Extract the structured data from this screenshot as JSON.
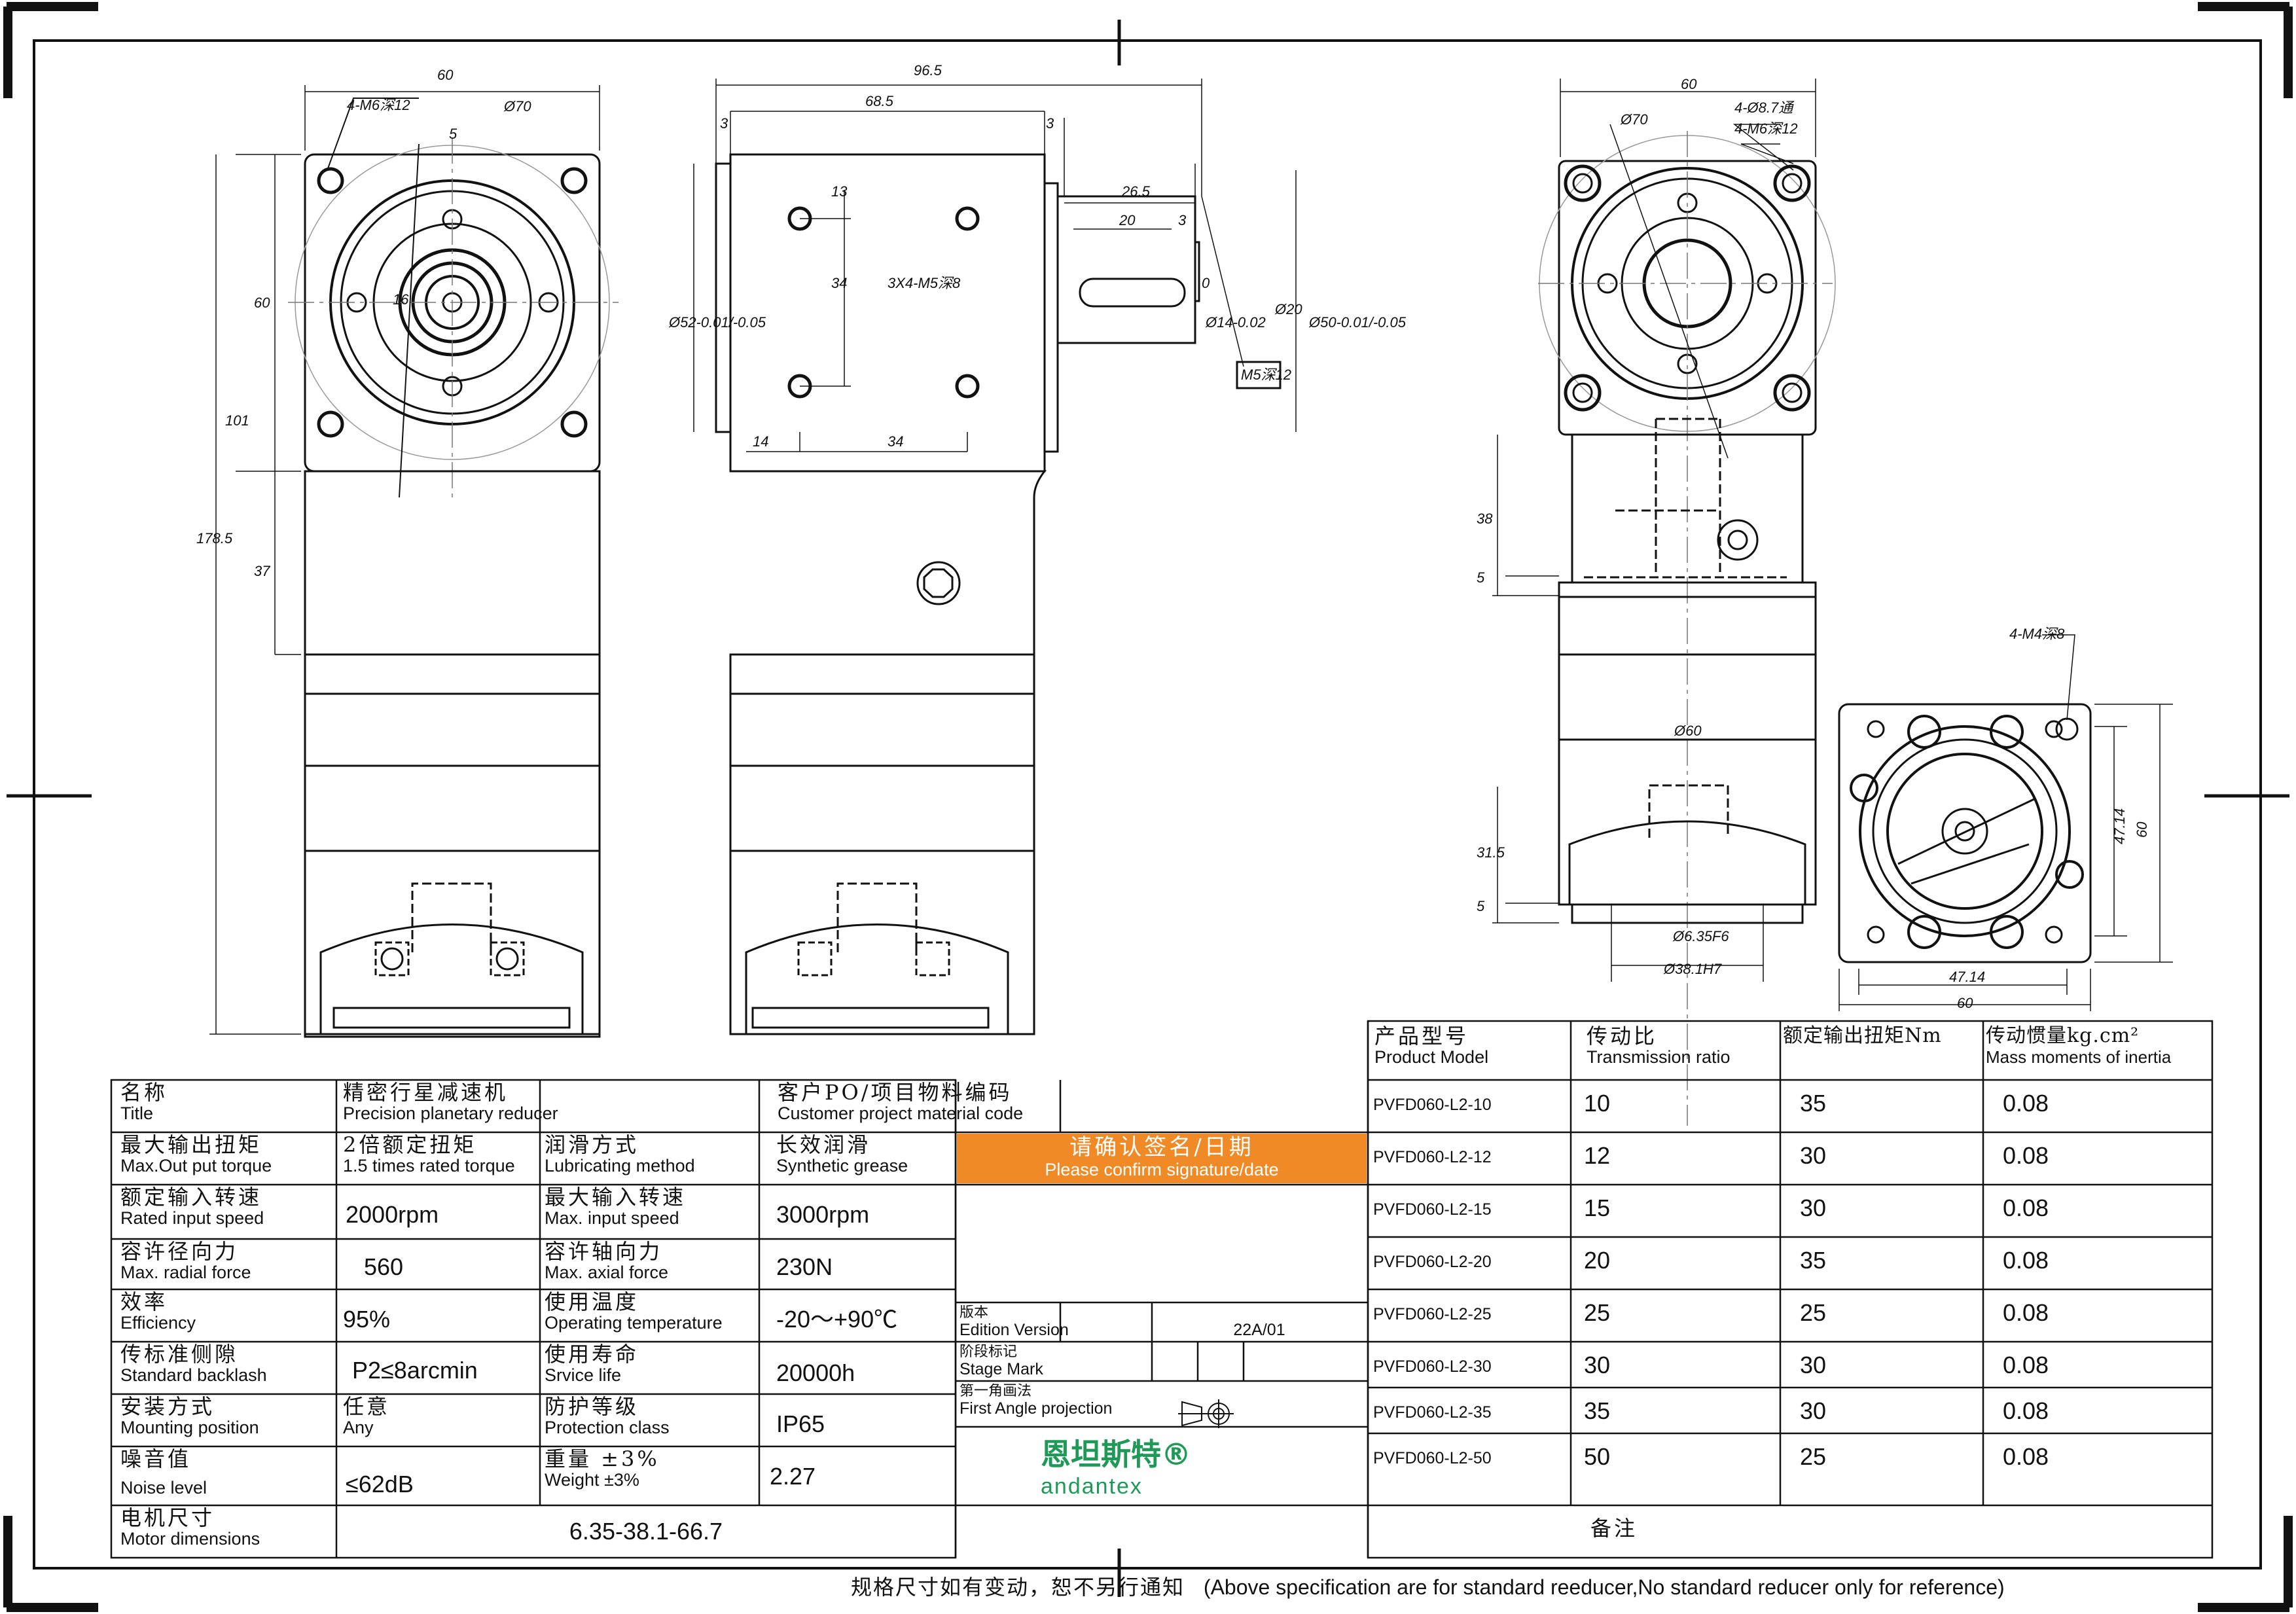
{
  "dimensions": {
    "front": [
      "60",
      "4-M6深12",
      "Ø70",
      "5",
      "16",
      "60",
      "101",
      "178.5",
      "37"
    ],
    "side": [
      "96.5",
      "68.5",
      "3",
      "3",
      "26.5",
      "20",
      "3",
      "13",
      "34",
      "3X4-M5深8",
      "Ø52-0.01/-0.05",
      "0",
      "Ø14-0.02",
      "Ø20",
      "Ø50-0.01/-0.05",
      "M5深12",
      "14",
      "34"
    ],
    "right": [
      "60",
      "4-Ø8.7通",
      "4-M6深12",
      "Ø70",
      "38",
      "5",
      "Ø60",
      "31.5",
      "5",
      "Ø6.35F6",
      "Ø38.1H7"
    ],
    "motor_flange": [
      "4-M4深8",
      "47.14",
      "60",
      "47.14",
      "60"
    ]
  },
  "spec_table": {
    "rows": [
      {
        "zh1": "名称",
        "en1": "Title",
        "zh_v1": "精密行星减速机",
        "en_v1": "Precision planetary reducer",
        "zh2": "客户PO/项目物料编码",
        "en2": "Customer project material code",
        "v2": ""
      },
      {
        "zh1": "最大输出扭矩",
        "en1": "Max.Out put torque",
        "zh_v1": "2倍额定扭矩",
        "en_v1": "1.5 times rated torque",
        "zh2": "润滑方式",
        "en2": "Lubricating method",
        "zh_v2": "长效润滑",
        "en_v2": "Synthetic grease"
      },
      {
        "zh1": "额定输入转速",
        "en1": "Rated input speed",
        "v1": "2000rpm",
        "zh2": "最大输入转速",
        "en2": "Max. input speed",
        "v2": "3000rpm"
      },
      {
        "zh1": "容许径向力",
        "en1": "Max. radial force",
        "v1": "560",
        "zh2": "容许轴向力",
        "en2": "Max. axial force",
        "v2": "230N"
      },
      {
        "zh1": "效率",
        "en1": "Efficiency",
        "v1": "95%",
        "zh2": "使用温度",
        "en2": "Operating temperature",
        "v2": "-20〜+90℃"
      },
      {
        "zh1": "传标准侧隙",
        "en1": "Standard backlash",
        "v1": "P2≤8arcmin",
        "zh2": "使用寿命",
        "en2": "Srvice life",
        "v2": "20000h"
      },
      {
        "zh1": "安装方式",
        "en1": "Mounting position",
        "zh_v1": "任意",
        "en_v1": "Any",
        "zh2": "防护等级",
        "en2": "Protection class",
        "v2": "IP65"
      },
      {
        "zh1": "噪音值",
        "en1": "Noise level",
        "v1": "≤62dB",
        "zh2": "重量 ±3%",
        "en2": "Weight ±3%",
        "v2": "2.27"
      }
    ],
    "motor": {
      "zh": "电机尺寸",
      "en": "Motor dimensions",
      "value": "6.35-38.1-66.7"
    }
  },
  "confirm": {
    "zh": "请确认签名/日期",
    "en": "Please confirm signature/date"
  },
  "edition": {
    "zh": "版本",
    "en": "Edition Version",
    "value": "22A/01"
  },
  "stage": {
    "zh": "阶段标记",
    "en": "Stage Mark"
  },
  "projection": {
    "zh": "第一角画法",
    "en": "First Angle projection"
  },
  "brand": {
    "zh": "恩坦斯特",
    "reg": "®",
    "en": "andantex",
    "color": "#1f9a56"
  },
  "model_table": {
    "headers": [
      {
        "zh": "产品型号",
        "en": "Product Model"
      },
      {
        "zh": "传动比",
        "en": "Transmission ratio"
      },
      {
        "zh": "额定输出扭矩Nm",
        "en": ""
      },
      {
        "zh": "传动惯量kg.cm²",
        "en": "Mass moments of inertia"
      }
    ],
    "rows": [
      [
        "PVFD060-L2-10",
        "10",
        "35",
        "0.08"
      ],
      [
        "PVFD060-L2-12",
        "12",
        "30",
        "0.08"
      ],
      [
        "PVFD060-L2-15",
        "15",
        "30",
        "0.08"
      ],
      [
        "PVFD060-L2-20",
        "20",
        "35",
        "0.08"
      ],
      [
        "PVFD060-L2-25",
        "25",
        "25",
        "0.08"
      ],
      [
        "PVFD060-L2-30",
        "30",
        "30",
        "0.08"
      ],
      [
        "PVFD060-L2-35",
        "35",
        "30",
        "0.08"
      ],
      [
        "PVFD060-L2-50",
        "50",
        "25",
        "0.08"
      ]
    ],
    "remark": "备注"
  },
  "footer": {
    "zh": "规格尺寸如有变动，恕不另行通知",
    "en": "(Above specification are for standard reeducer,No standard reducer only for reference)"
  },
  "colors": {
    "line": "#111111",
    "accent": "#ef8a27",
    "brand": "#1f9a56"
  }
}
